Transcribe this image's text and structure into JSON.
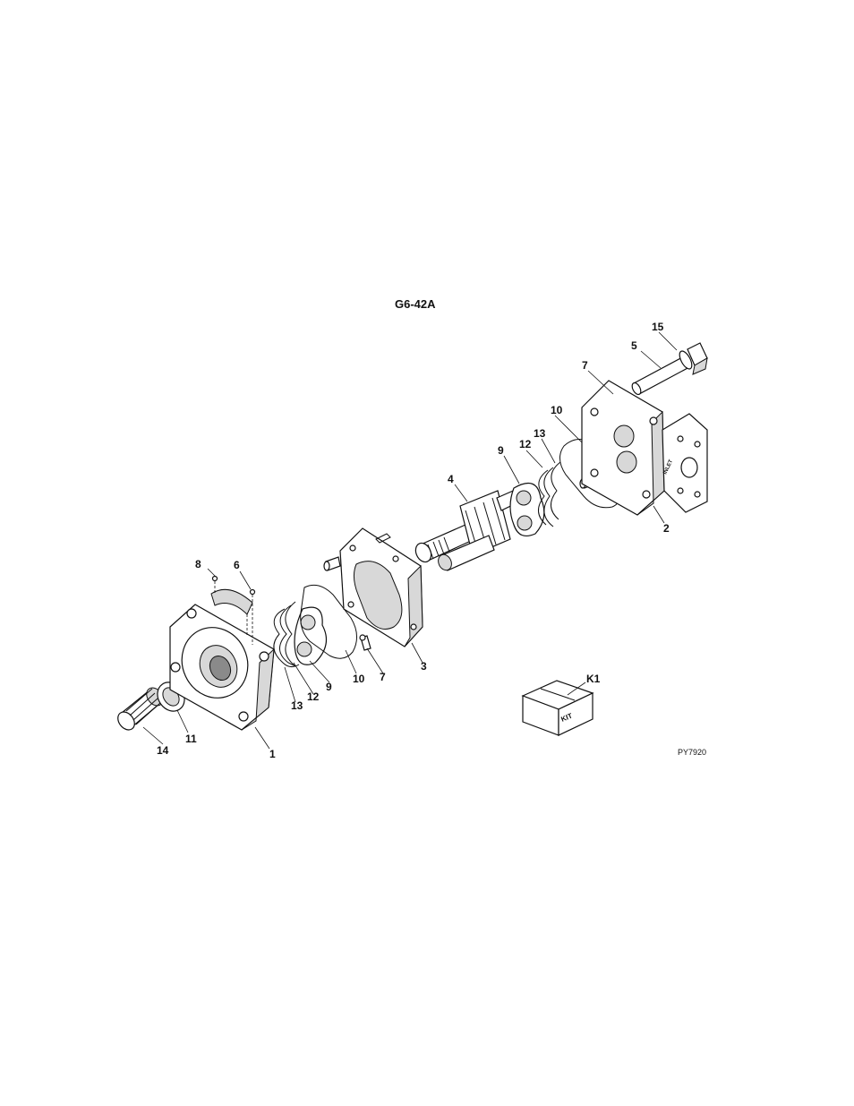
{
  "diagram": {
    "title": "G6-42A",
    "drawing_code": "PY7920",
    "kit_box_text": "KIT",
    "inlet_text": "INLET",
    "callouts": {
      "c1": "1",
      "c2": "2",
      "c3": "3",
      "c4": "4",
      "c5": "5",
      "c6": "6",
      "c7a": "7",
      "c7b": "7",
      "c8": "8",
      "c9a": "9",
      "c9b": "9",
      "c10a": "10",
      "c10b": "10",
      "c11": "11",
      "c12a": "12",
      "c12b": "12",
      "c13a": "13",
      "c13b": "13",
      "c14": "14",
      "c15": "15",
      "k1": "K1"
    }
  }
}
